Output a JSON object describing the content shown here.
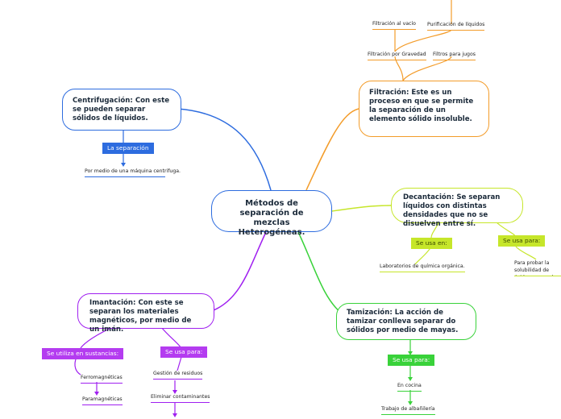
{
  "center": {
    "text": "Métodos de separación de mezclas Heterogéneas."
  },
  "centrifugacion": {
    "text": "Centrifugación: Con este se pueden separar sólidos de líquidos.",
    "tag": "La separación",
    "leaf": "Por medio de una máquina centrifuga."
  },
  "filtracion": {
    "text": "Filtración: Este es un proceso en que se permite la separación de un elemento sólido insoluble.",
    "leaves": [
      "Filtración al vacío",
      "Purificación de líquidos",
      "Filtración por Gravedad",
      "Filtros para jugos"
    ]
  },
  "decantacion": {
    "text": "Decantación: Se separan líquidos con distintas densidades que no se disuelven entre sí.",
    "tag_left": "Se usa en:",
    "tag_right": "Se usa para:",
    "leaf_left": "Laboratorios de química orgánica.",
    "leaf_right": "Para probar la solubilidad de ácidos y sus sales"
  },
  "imantacion": {
    "text": "Imantación: Con este se separan los materiales magnéticos, por medio de un imán.",
    "tag_left": "Se utiliza en sustancias:",
    "tag_right": "Se usa para:",
    "leaves_left": [
      "Ferromagnéticas",
      "Paramagnéticas"
    ],
    "leaves_right": [
      "Gestión de residuos",
      "Eliminar contaminantes"
    ]
  },
  "tamizacion": {
    "text": "Tamización: La acción de tamizar conlleva separar do sólidos por medio de mayas.",
    "tag": "Se usa para:",
    "leaves": [
      "En cocina",
      "Trabajo de albañilería"
    ]
  },
  "colors": {
    "blue": "#2d6cdf",
    "orange": "#f39c2a",
    "lime": "#c6e62a",
    "purple": "#a020f0",
    "green": "#39d23a"
  }
}
